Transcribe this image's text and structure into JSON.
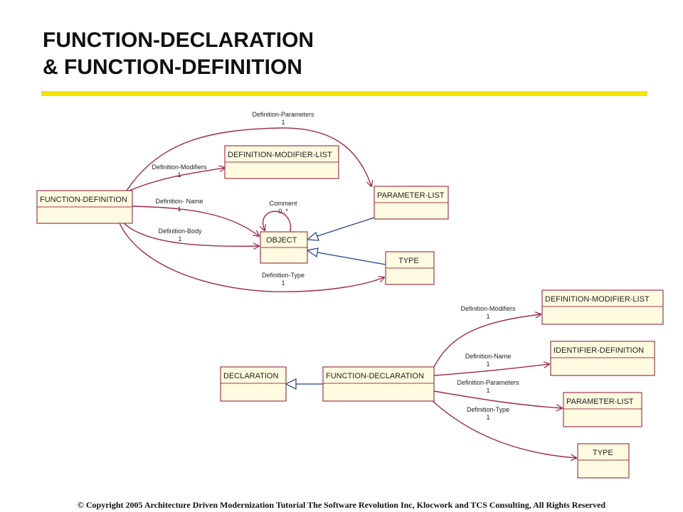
{
  "title": {
    "line1": "FUNCTION-DECLARATION",
    "line2": "& FUNCTION-DEFINITION"
  },
  "colors": {
    "accent_rule": "#f5e400",
    "association": "#a0284a",
    "generalization": "#223c8c",
    "class_fill": "#fffbe0"
  },
  "diagram_top": {
    "classes": {
      "function_definition": "FUNCTION-DEFINITION",
      "definition_modifier_list": "DEFINITION-MODIFIER-LIST",
      "parameter_list": "PARAMETER-LIST",
      "object": "OBJECT",
      "type": "TYPE"
    },
    "associations": {
      "parameters": {
        "role": "Definition-Parameters",
        "mult": "1"
      },
      "modifiers": {
        "role": "Definition-Modifiers",
        "mult": "1"
      },
      "name": {
        "role": "Definition- Name",
        "mult": "1"
      },
      "body": {
        "role": "Definition-Body",
        "mult": "1"
      },
      "type": {
        "role": "Definition-Type",
        "mult": "1"
      },
      "comment": {
        "role": "Comment",
        "mult": "0..*"
      }
    }
  },
  "diagram_bottom": {
    "classes": {
      "declaration": "DECLARATION",
      "function_declaration": "FUNCTION-DECLARATION",
      "definition_modifier_list": "DEFINITION-MODIFIER-LIST",
      "identifier_definition": "IDENTIFIER-DEFINITION",
      "parameter_list": "PARAMETER-LIST",
      "type": "TYPE"
    },
    "associations": {
      "modifiers": {
        "role": "Definition-Modifiers",
        "mult": "1"
      },
      "name": {
        "role": "Definition-Name",
        "mult": "1"
      },
      "parameters": {
        "role": "Definition-Parameters",
        "mult": "1"
      },
      "type": {
        "role": "Definition-Type",
        "mult": "1"
      }
    }
  },
  "footer": "© Copyright 2005 Architecture Driven Modernization Tutorial  The Software Revolution Inc, Klocwork and TCS Consulting, All Rights Reserved"
}
